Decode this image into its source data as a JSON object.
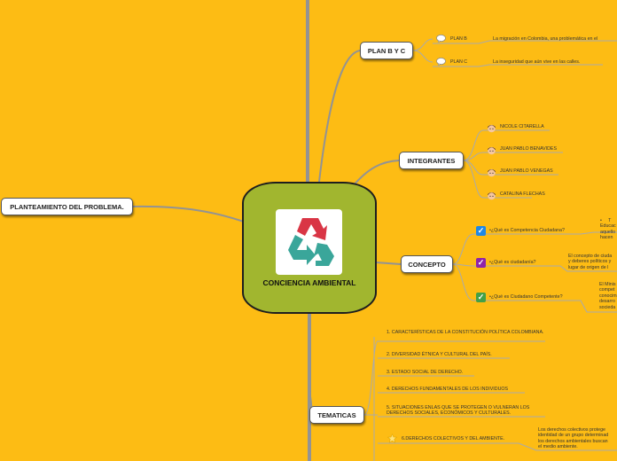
{
  "center": {
    "title": "CONCIENCIA AMBIENTAL"
  },
  "left": {
    "label": "PLANTEAMIENTO DEL PROBLEMA."
  },
  "plan": {
    "label": "PLAN B Y C",
    "items": [
      {
        "label": "PLAN B",
        "text": "La migración en Colombia, una problemática en el"
      },
      {
        "label": "PLAN C",
        "text": "La inseguridad que aún vive en las calles."
      }
    ]
  },
  "integrantes": {
    "label": "INTEGRANTES",
    "members": [
      "NICOLE CITARELLA",
      "JUAN PABLO BENAVIDES",
      "JUAN PABLO VENEGAS",
      "CATALINA FLECHAS"
    ]
  },
  "concepto": {
    "label": "CONCEPTO",
    "items": [
      {
        "question": "•¿Qué es Competencia Ciudadana?",
        "answer": "•     T\nEducac\naquello\nhacen",
        "check": "blue"
      },
      {
        "question": "•¿Qué es ciudadanía?",
        "answer": "El concepto de ciuda\ny deberes políticos y\nlugar de origen de l",
        "check": "purple"
      },
      {
        "question": "•¿Qué es Ciudadano Competente?",
        "answer": "El Minis\ncompet\nconocim\ndesarro\nsocieda",
        "check": "green"
      }
    ]
  },
  "tematicas": {
    "label": "TEMATICAS",
    "items": [
      "1. CARACTERÍSTICAS DE LA CONSTITUCIÓN POLÍTICA COLOMBIANA.",
      "2. DIVERSIDAD ÉTNICA Y CULTURAL DEL PAÍS.",
      "3. ESTADO SOCIAL DE DERECHO.",
      "4. DERECHOS FUNDAMENTALES DE LOS INDIVIDUOS",
      "5. SITUACIONES ENLAS QUE SE PROTEGEN O VULNERAN LOS DERECHOS SOCIALES, ECONÓMICOS Y CULTURALES.",
      "6.DERECHOS COLECTIVOS Y DEL AMBIENTE."
    ],
    "note": "Los derechos colectivos protege\nidentidad de un grupo determinad\nlos derechos ambientales buscan\nel medio ambiente."
  },
  "colors": {
    "background": "#fdbc14",
    "center": "#a1b62f",
    "wire": "#939393",
    "check_blue": "#1e88e5",
    "check_purple": "#8e24aa",
    "check_green": "#43a047"
  },
  "icons": {
    "plan": "speech-bubble-icon",
    "member": "person-icon",
    "check": "checkbox-icon",
    "star": "star-icon",
    "logo": "recycle-icon"
  }
}
